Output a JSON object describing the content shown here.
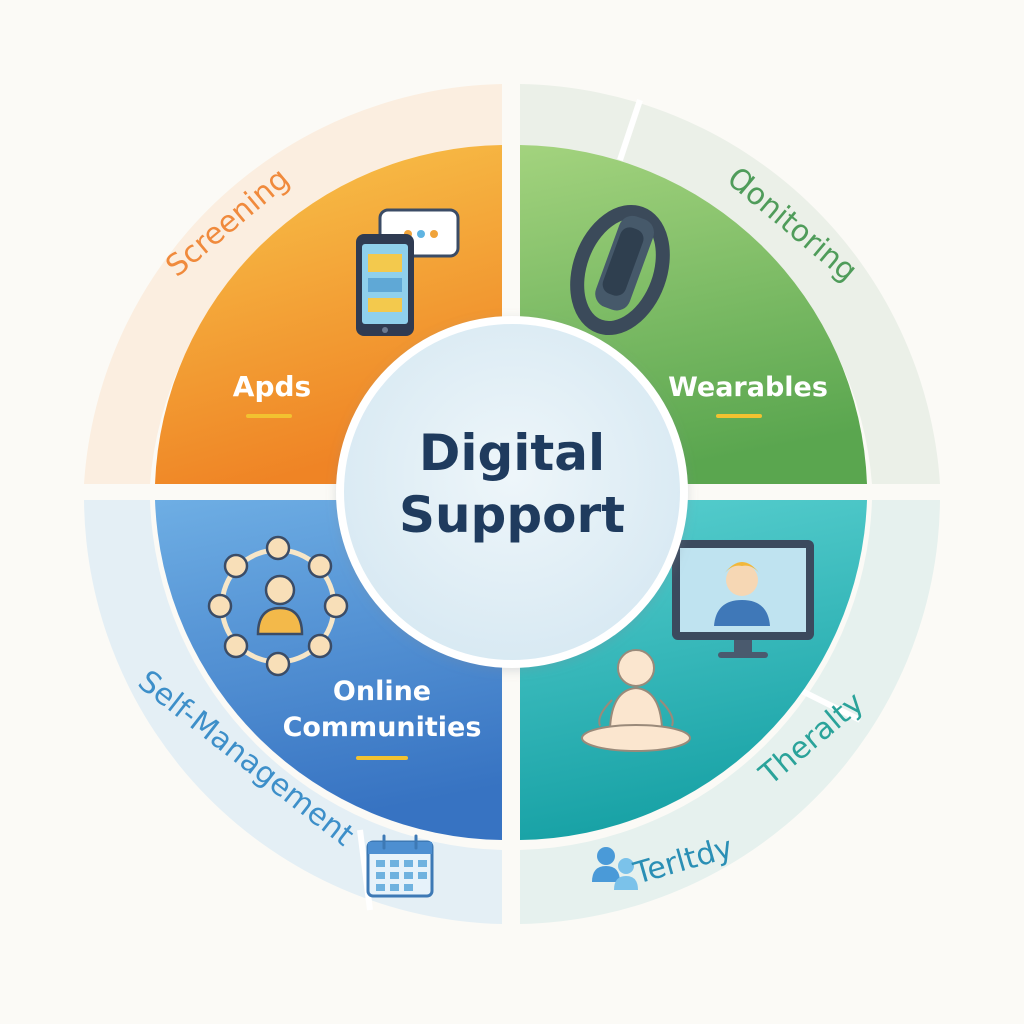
{
  "center": {
    "line1": "Digital",
    "line2": "Support"
  },
  "quadrants": [
    {
      "key": "top-left",
      "label": "Apds",
      "color_from": "#f7c24a",
      "color_to": "#f08a24"
    },
    {
      "key": "top-right",
      "label": "Wearables",
      "color_from": "#9fcf7a",
      "color_to": "#5da850"
    },
    {
      "key": "bottom-left",
      "label_line1": "Online",
      "label_line2": "Communities",
      "color_from": "#6aa8e0",
      "color_to": "#3a76c4"
    },
    {
      "key": "bottom-right",
      "label": "",
      "color_from": "#4dc9c9",
      "color_to": "#1aa5a8"
    }
  ],
  "ring": {
    "screening": {
      "label": "Screening",
      "color": "#f08a3c"
    },
    "monitoring": {
      "label": "Ɑonitoring",
      "color": "#4f9c5a"
    },
    "self_management": {
      "label": "Self-Management",
      "color": "#3d8fc9"
    },
    "therapy": {
      "label": "Theralty",
      "color": "#2aa39a"
    },
    "therapy_sub": {
      "label": "Terltdy",
      "color": "#2a8fb5"
    }
  },
  "colors": {
    "accent_underline": "#f2c230",
    "center_fill": "#e2eef6",
    "center_stroke": "#ffffff"
  }
}
